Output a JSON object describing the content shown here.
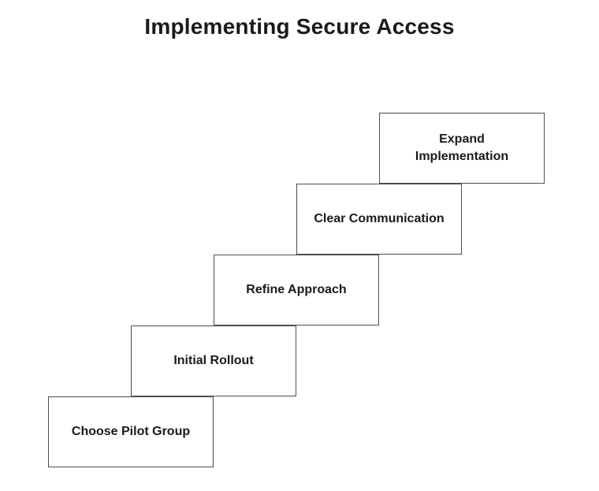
{
  "title": "Implementing Secure Access",
  "diagram": {
    "type": "staircase-process",
    "direction": "bottom-left to top-right",
    "box_border_color": "#4d4d4d",
    "box_fill_color": "#ffffff",
    "text_color": "#1a1a1a"
  },
  "steps": [
    {
      "order": 1,
      "label": "Choose Pilot Group"
    },
    {
      "order": 2,
      "label": "Initial Rollout"
    },
    {
      "order": 3,
      "label": "Refine Approach"
    },
    {
      "order": 4,
      "label": "Clear Communication"
    },
    {
      "order": 5,
      "label": "Expand Implementation"
    }
  ]
}
